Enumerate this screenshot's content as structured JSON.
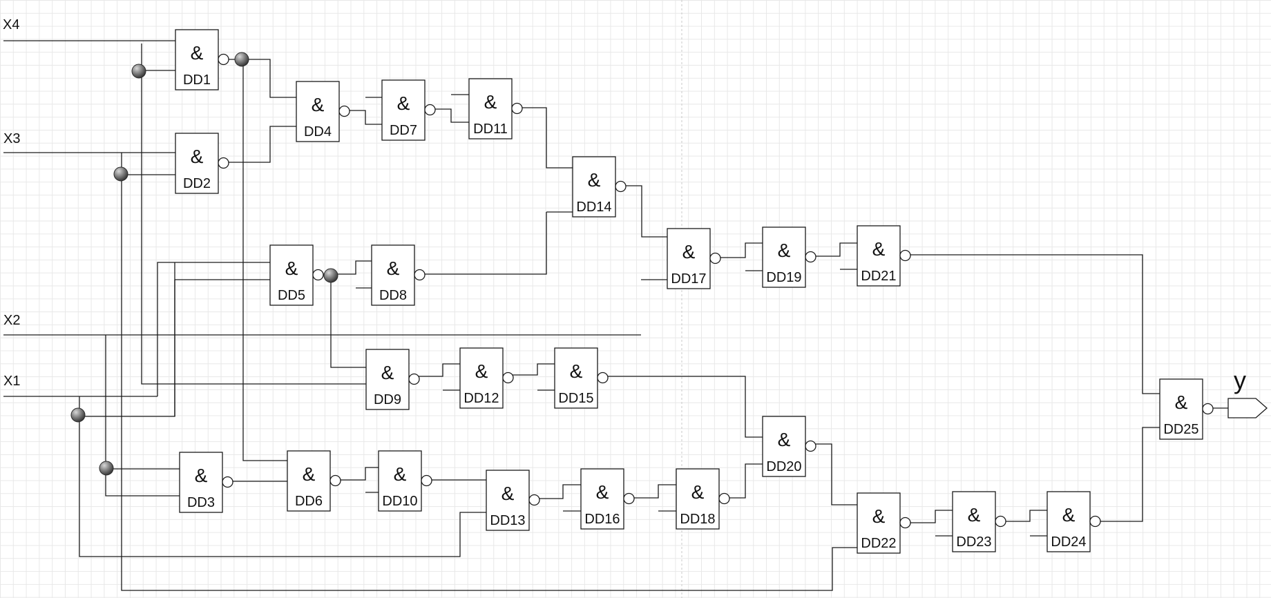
{
  "inputs": [
    "X4",
    "X3",
    "X2",
    "X1"
  ],
  "output": "y",
  "gate_symbol": "&",
  "gates": [
    "DD1",
    "DD2",
    "DD3",
    "DD4",
    "DD5",
    "DD6",
    "DD7",
    "DD8",
    "DD9",
    "DD10",
    "DD11",
    "DD12",
    "DD13",
    "DD14",
    "DD15",
    "DD16",
    "DD17",
    "DD18",
    "DD19",
    "DD20",
    "DD21",
    "DD22",
    "DD23",
    "DD24",
    "DD25"
  ]
}
